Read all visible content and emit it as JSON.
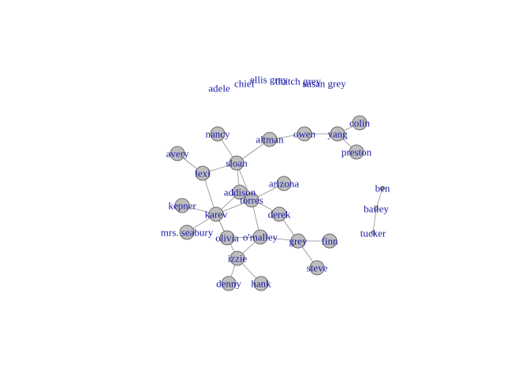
{
  "colors": {
    "node_fill": "#bebebe",
    "node_stroke": "#4d4d4d",
    "edge": "#8c8c8c",
    "label": "#1a1aa6"
  },
  "nodes": [
    {
      "id": "adele",
      "label": "adele",
      "connected": false
    },
    {
      "id": "chief",
      "label": "chief",
      "connected": false
    },
    {
      "id": "ellis grey",
      "label": "ellis grey",
      "connected": false
    },
    {
      "id": "thatch grey",
      "label": "thatch grey",
      "connected": false
    },
    {
      "id": "susan grey",
      "label": "susan grey",
      "connected": false
    },
    {
      "id": "colin",
      "label": "colin",
      "connected": true
    },
    {
      "id": "owen",
      "label": "owen",
      "connected": true
    },
    {
      "id": "yang",
      "label": "yang",
      "connected": true
    },
    {
      "id": "preston",
      "label": "preston",
      "connected": true
    },
    {
      "id": "nancy",
      "label": "nancy",
      "connected": true
    },
    {
      "id": "altman",
      "label": "altman",
      "connected": true
    },
    {
      "id": "avery",
      "label": "avery",
      "connected": true
    },
    {
      "id": "sloan",
      "label": "sloan",
      "connected": true
    },
    {
      "id": "lexi",
      "label": "lexi",
      "connected": true
    },
    {
      "id": "arizona",
      "label": "arizona",
      "connected": true
    },
    {
      "id": "addison",
      "label": "addison",
      "connected": true
    },
    {
      "id": "torres",
      "label": "torres",
      "connected": true
    },
    {
      "id": "kepner",
      "label": "kepner",
      "connected": true
    },
    {
      "id": "karev",
      "label": "karev",
      "connected": true
    },
    {
      "id": "derek",
      "label": "derek",
      "connected": true
    },
    {
      "id": "mrs. seabury",
      "label": "mrs. seabury",
      "connected": true
    },
    {
      "id": "olivia",
      "label": "olivia",
      "connected": true
    },
    {
      "id": "o'malley",
      "label": "o'malley",
      "connected": true
    },
    {
      "id": "grey",
      "label": "grey",
      "connected": true
    },
    {
      "id": "finn",
      "label": "finn",
      "connected": true
    },
    {
      "id": "izzie",
      "label": "izzie",
      "connected": true
    },
    {
      "id": "steve",
      "label": "steve",
      "connected": true
    },
    {
      "id": "denny",
      "label": "denny",
      "connected": true
    },
    {
      "id": "hank",
      "label": "hank",
      "connected": true
    },
    {
      "id": "ben",
      "label": "ben",
      "connected": true
    },
    {
      "id": "bailey",
      "label": "bailey",
      "connected": true
    },
    {
      "id": "tucker",
      "label": "tucker",
      "connected": true
    }
  ],
  "edges": [
    [
      "owen",
      "yang"
    ],
    [
      "yang",
      "colin"
    ],
    [
      "yang",
      "preston"
    ],
    [
      "owen",
      "altman"
    ],
    [
      "altman",
      "sloan"
    ],
    [
      "nancy",
      "sloan"
    ],
    [
      "avery",
      "lexi"
    ],
    [
      "lexi",
      "sloan"
    ],
    [
      "lexi",
      "karev"
    ],
    [
      "sloan",
      "addison"
    ],
    [
      "sloan",
      "torres"
    ],
    [
      "addison",
      "karev"
    ],
    [
      "addison",
      "derek"
    ],
    [
      "torres",
      "arizona"
    ],
    [
      "torres",
      "o'malley"
    ],
    [
      "torres",
      "karev"
    ],
    [
      "kepner",
      "karev"
    ],
    [
      "karev",
      "mrs. seabury"
    ],
    [
      "karev",
      "olivia"
    ],
    [
      "karev",
      "izzie"
    ],
    [
      "derek",
      "grey"
    ],
    [
      "o'malley",
      "izzie"
    ],
    [
      "o'malley",
      "grey"
    ],
    [
      "olivia",
      "o'malley"
    ],
    [
      "grey",
      "finn"
    ],
    [
      "grey",
      "steve"
    ],
    [
      "izzie",
      "denny"
    ],
    [
      "izzie",
      "hank"
    ],
    [
      "ben",
      "bailey"
    ],
    [
      "bailey",
      "tucker"
    ]
  ]
}
